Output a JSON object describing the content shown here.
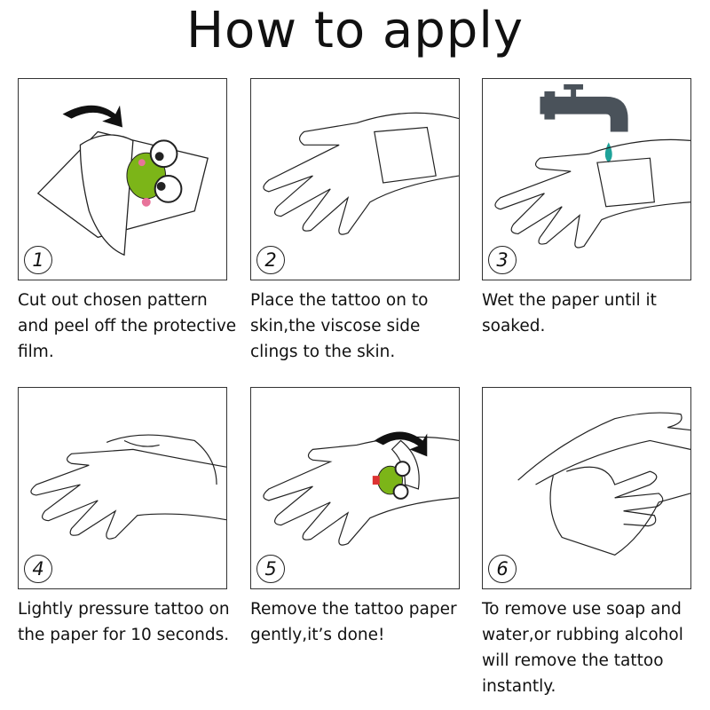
{
  "title": "How to apply",
  "steps": [
    {
      "number": "1",
      "text": "Cut out chosen pattern and peel off the protective film."
    },
    {
      "number": "2",
      "text": "Place the tattoo on to skin,the viscose side clings to the skin."
    },
    {
      "number": "3",
      "text": "Wet the paper until it soaked."
    },
    {
      "number": "4",
      "text": "Lightly pressure tattoo on the paper for 10 seconds."
    },
    {
      "number": "5",
      "text": "Remove the tattoo paper gently,it’s done!"
    },
    {
      "number": "6",
      "text": "To remove use soap and water,or rubbing alcohol will remove the tattoo instantly."
    }
  ],
  "colors": {
    "frog": "#7cb518",
    "drop": "#1fa39a",
    "faucet": "#4a525a"
  }
}
